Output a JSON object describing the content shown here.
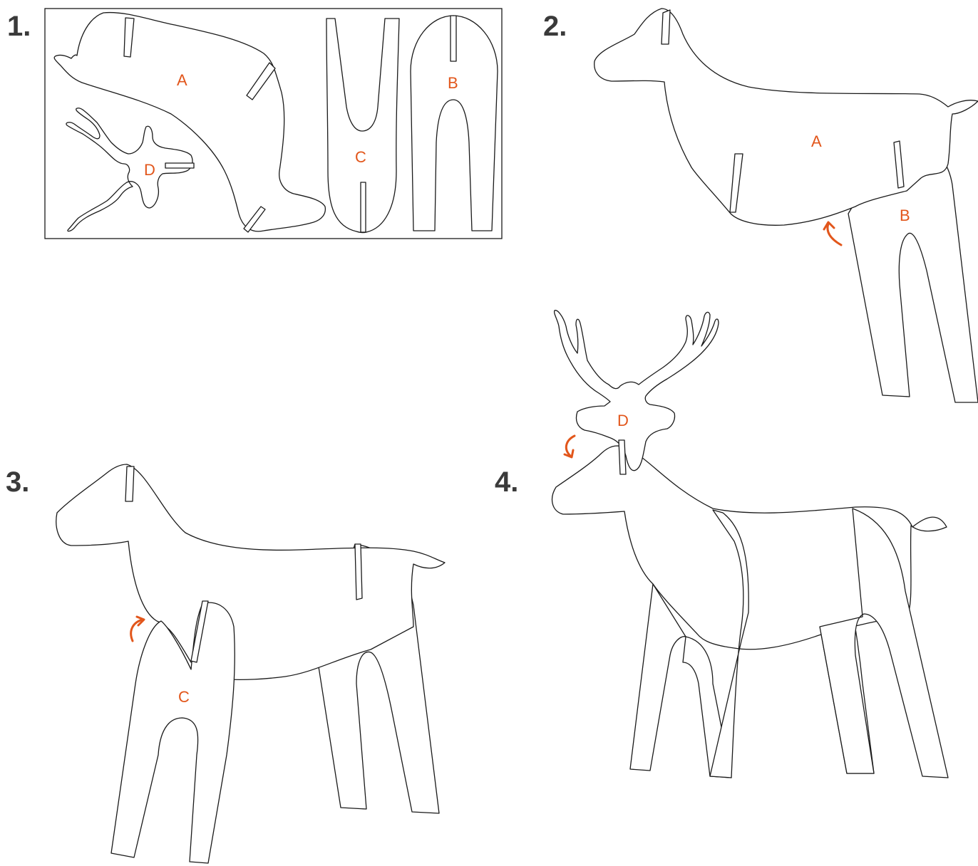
{
  "steps": [
    {
      "number": "1.",
      "labels": {
        "a": "A",
        "b": "B",
        "c": "C",
        "d": "D"
      }
    },
    {
      "number": "2.",
      "labels": {
        "a": "A",
        "b": "B"
      }
    },
    {
      "number": "3.",
      "labels": {
        "c": "C"
      }
    },
    {
      "number": "4.",
      "labels": {
        "d": "D"
      }
    }
  ],
  "colors": {
    "accent": "#e2561b",
    "ink": "#1a1a1a",
    "step_number": "#3a3a3a"
  }
}
